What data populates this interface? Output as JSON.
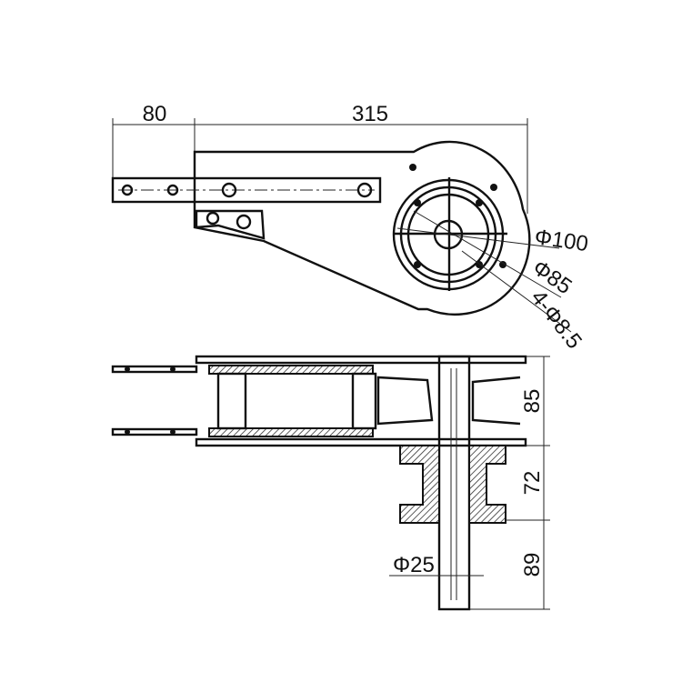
{
  "top_view": {
    "dim_left": "80",
    "dim_right": "315",
    "dia_outer": "Φ100",
    "dia_pitch": "Φ85",
    "holes": "4-Φ8.5"
  },
  "side_view": {
    "dim_upper": "85",
    "dim_middle": "72",
    "dim_lower": "89",
    "shaft_dia": "Φ25"
  }
}
